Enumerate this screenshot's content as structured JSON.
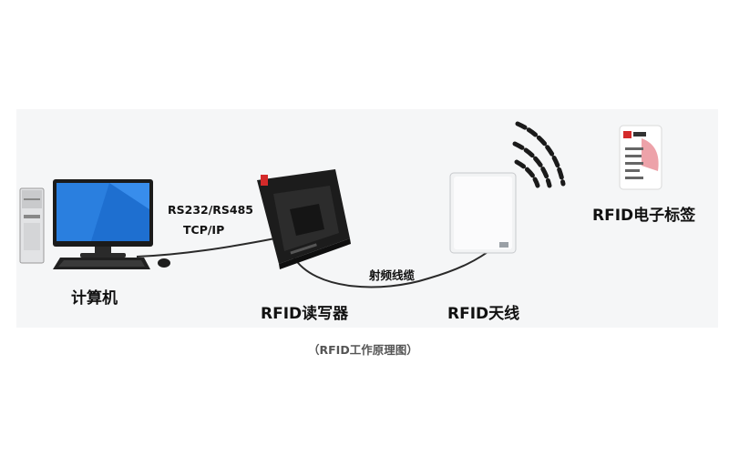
{
  "labels": {
    "computer": "计算机",
    "reader": "RFID读写器",
    "antenna": "RFID天线",
    "tag": "RFID电子标签",
    "cable": "射频线缆",
    "protocol_serial": "RS232/RS485",
    "protocol_net": "TCP/IP",
    "caption": "（RFID工作原理图）"
  },
  "colors": {
    "line": "#2a2a2a",
    "device_dark": "#1c1c1c",
    "brand_red": "#d42a2a",
    "antenna_white": "#f2f3f4"
  }
}
